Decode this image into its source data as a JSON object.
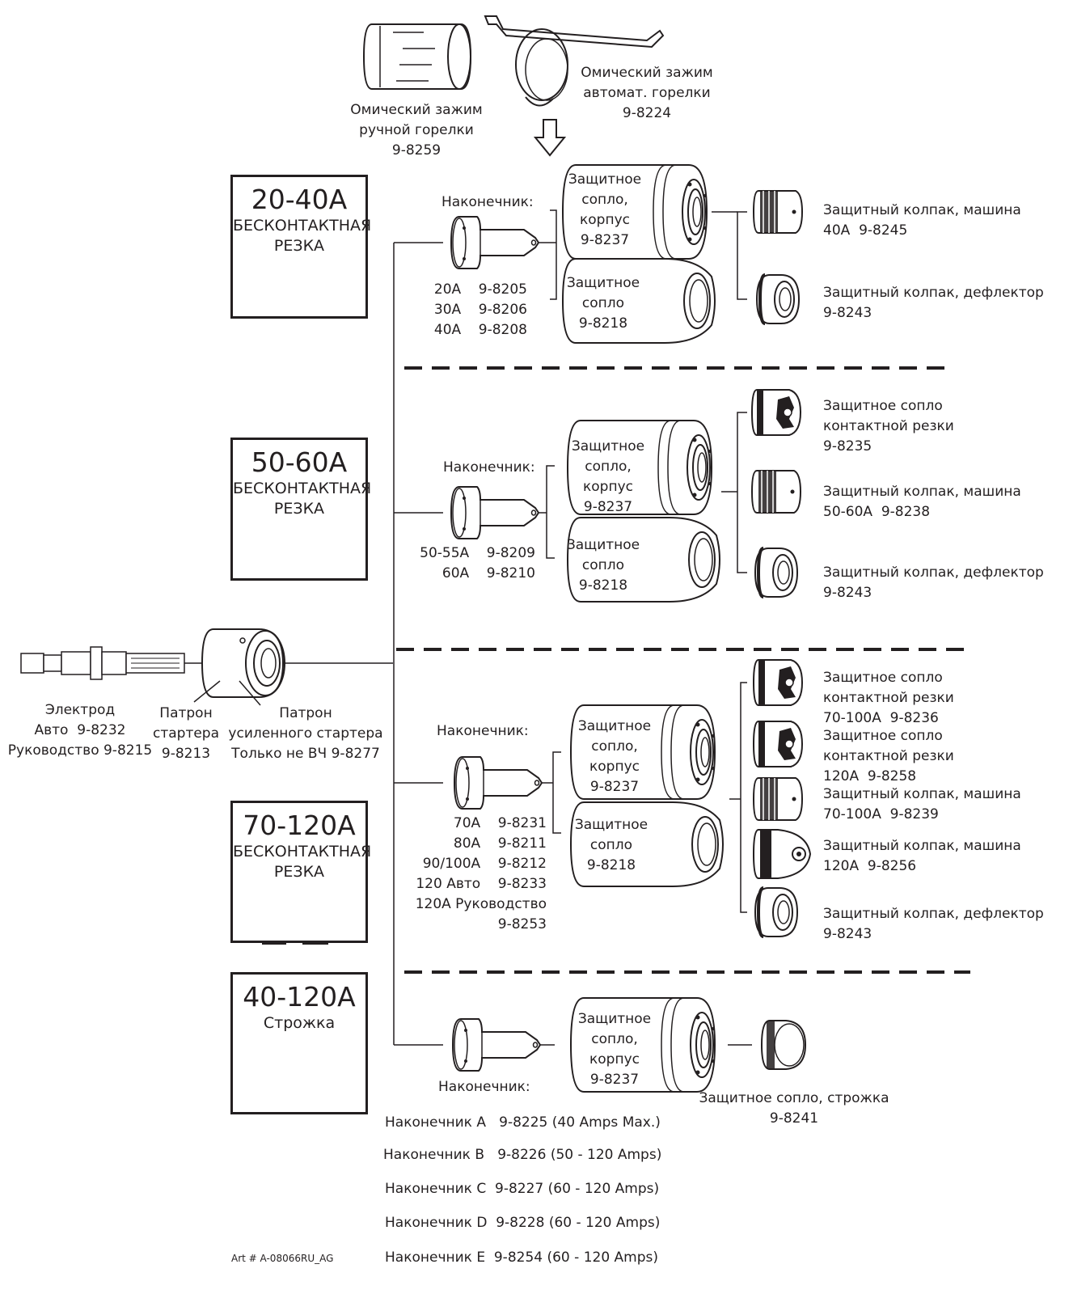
{
  "top": {
    "manual_clamp": "Омический зажим\nручной горелки\n9-8259",
    "auto_clamp": "Омический зажим\nавтомат. горелки\n9-8224"
  },
  "modes": [
    {
      "amps": "20-40A",
      "mode": "БЕСКОНТАКТНАЯ\nРЕЗКА"
    },
    {
      "amps": "50-60A",
      "mode": "БЕСКОНТАКТНАЯ\nРЕЗКА"
    },
    {
      "amps": "70-120A",
      "mode": "БЕСКОНТАКТНАЯ\nРЕЗКА"
    },
    {
      "amps": "40-120A",
      "mode": "Строжка"
    }
  ],
  "left": {
    "electrode": "Электрод\nАвто  9-8232\nРуководство 9-8215",
    "starter": "Патрон\nстартера\n9-8213",
    "hd_starter": "Патрон\nусиленного стартера\nТолько не ВЧ 9-8277"
  },
  "sections": {
    "s1": {
      "tip_title": "Наконечник:",
      "tip_list": "20A    9-8205\n30A    9-8206\n40A    9-8208",
      "shield_body": "Защитное\nсопло,\nкорпус\n9-8237",
      "shield": "Защитное\nсопло\n9-8218",
      "cap_machine": "Защитный колпак, машина\n40A  9-8245",
      "cap_deflector": "Защитный колпак, дефлектор\n9-8243"
    },
    "s2": {
      "tip_title": "Наконечник:",
      "tip_list": "50-55A    9-8209\n60A    9-8210",
      "shield_body": "Защитное\nсопло,\nкорпус\n9-8237",
      "shield": "Защитное\nсопло\n9-8218",
      "drag_shield": "Защитное сопло\nконтактной резки\n9-8235",
      "cap_machine": "Защитный колпак, машина\n50-60A  9-8238",
      "cap_deflector": "Защитный колпак, дефлектор\n9-8243"
    },
    "s3": {
      "tip_title": "Наконечник:",
      "tip_list": "70A    9-8231\n80A    9-8211\n90/100A    9-8212\n120 Авто    9-8233\n120A Руководство\n9-8253",
      "shield_body": "Защитное\nсопло,\nкорпус\n9-8237",
      "shield": "Защитное\nсопло\n9-8218",
      "drag_shield_1": "Защитное сопло\nконтактной резки\n70-100A  9-8236",
      "drag_shield_2": "Защитное сопло\nконтактной резки\n120A  9-8258",
      "cap_machine_1": "Защитный колпак, машина\n70-100A  9-8239",
      "cap_machine_2": "Защитный колпак, машина\n120A  9-8256",
      "cap_deflector": "Защитный колпак, дефлектор\n9-8243"
    },
    "s4": {
      "tip_title": "Наконечник:",
      "shield_body": "Защитное\nсопло,\nкорпус\n9-8237",
      "gouge_shield": "Защитное сопло, строжка\n9-8241"
    }
  },
  "gouge_tips": [
    "Наконечник A   9-8225 (40 Amps Max.)",
    "Наконечник B   9-8226 (50 - 120 Amps)",
    "Наконечник C  9-8227 (60 - 120 Amps)",
    "Наконечник D  9-8228 (60 - 120 Amps)",
    "Наконечник E  9-8254 (60 - 120 Amps)"
  ],
  "art_number": "Art # A-08066RU_AG"
}
